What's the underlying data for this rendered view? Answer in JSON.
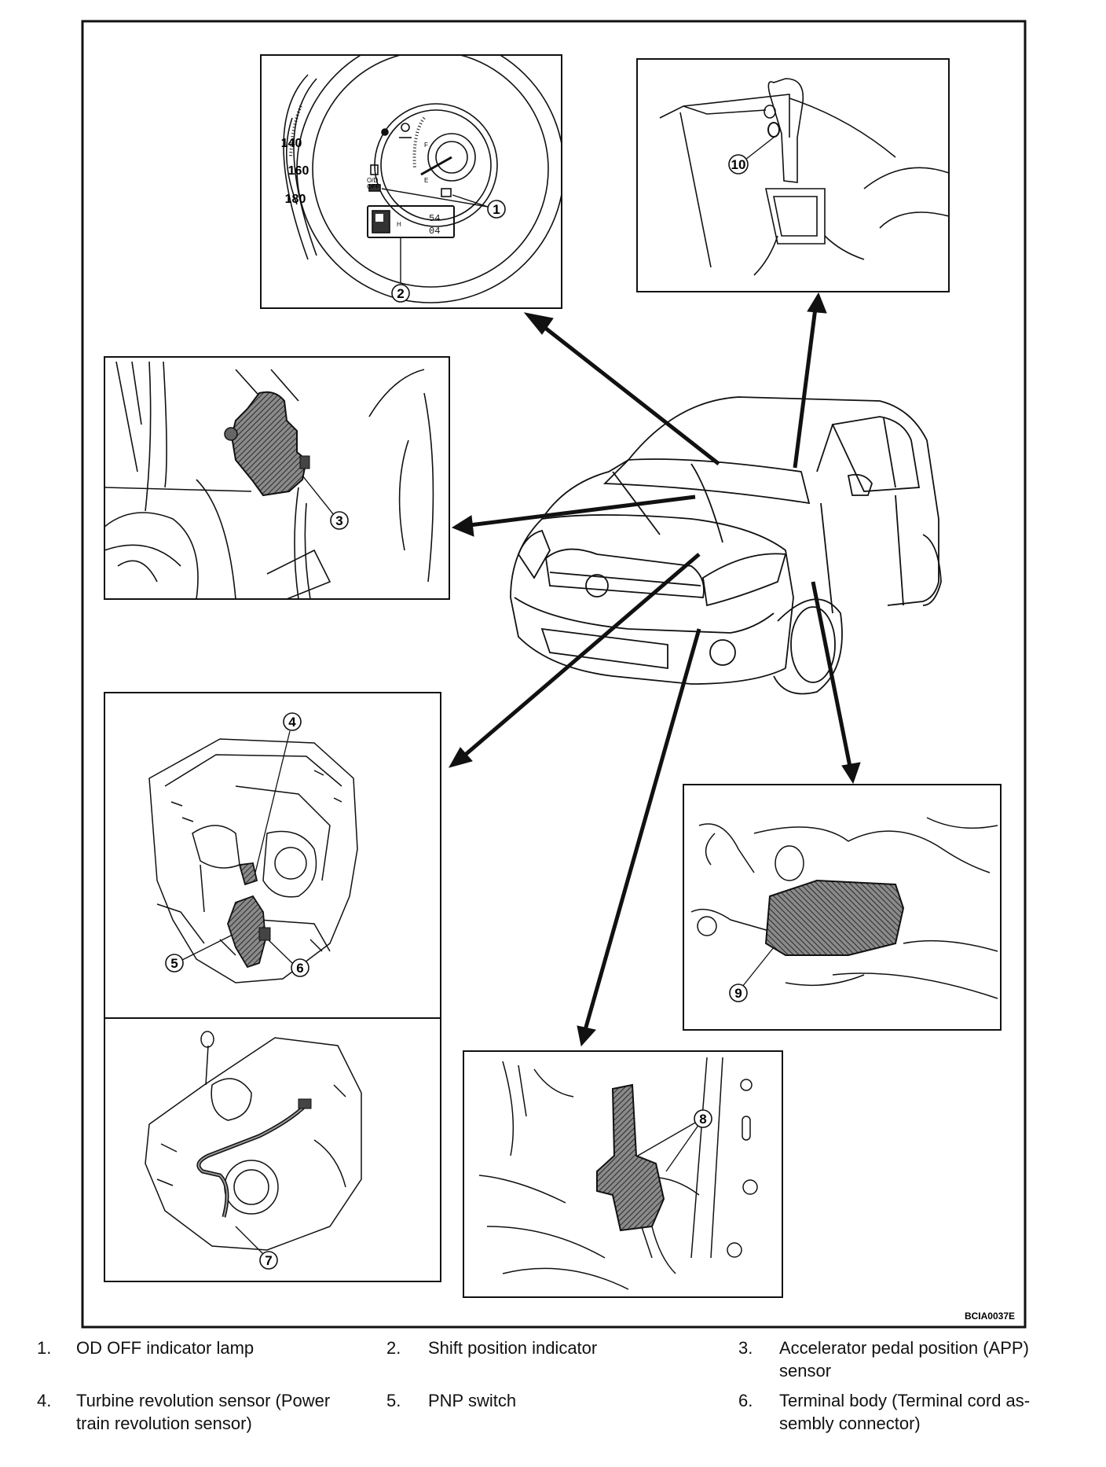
{
  "figure": {
    "code": "BCIA0037E",
    "callouts": [
      "1",
      "2",
      "3",
      "4",
      "5",
      "6",
      "7",
      "8",
      "9",
      "10"
    ],
    "gauge_numbers": [
      "140",
      "160",
      "180"
    ],
    "gauge_marks": {
      "fuel_full": "F",
      "fuel_empty": "E",
      "od_off": "O/D\nOFF"
    }
  },
  "legend": [
    {
      "num": "1.",
      "text": [
        "OD OFF indicator lamp"
      ]
    },
    {
      "num": "2.",
      "text": [
        "Shift position indicator"
      ]
    },
    {
      "num": "3.",
      "text": [
        "Accelerator pedal position (APP)",
        "sensor"
      ]
    },
    {
      "num": "4.",
      "text": [
        "Turbine revolution sensor (Power",
        "train revolution sensor)"
      ]
    },
    {
      "num": "5.",
      "text": [
        "PNP switch"
      ]
    },
    {
      "num": "6.",
      "text": [
        "Terminal body (Terminal cord as-",
        "sembly connector)"
      ]
    }
  ],
  "colors": {
    "line": "#111111",
    "part_fill": "#555555",
    "background": "#ffffff"
  }
}
